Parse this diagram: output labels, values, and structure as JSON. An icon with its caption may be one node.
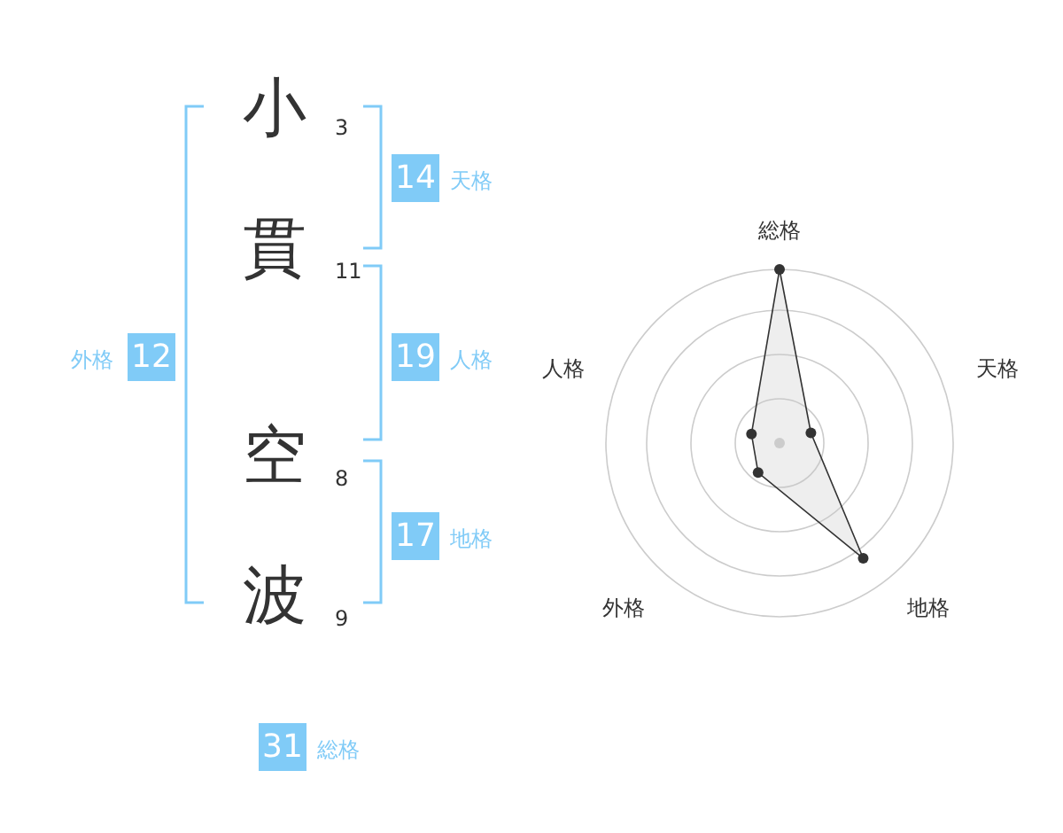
{
  "diagram": {
    "nodes": [
      {
        "text": [
          "小"
        ],
        "beside": [
          "3"
        ]
      },
      {
        "text": [
          "貫"
        ],
        "beside": [
          "11"
        ]
      },
      {
        "text": [
          "空"
        ],
        "beside": [
          "8"
        ]
      },
      {
        "text": [
          "波"
        ],
        "beside": [
          "9"
        ]
      },
      {
        "text": [
          "14"
        ],
        "beside": [
          "天格"
        ]
      },
      {
        "text": [
          "19"
        ],
        "beside": [
          "人格"
        ]
      },
      {
        "text": [
          "17"
        ],
        "beside": [
          "地格"
        ]
      },
      {
        "text": [
          "12"
        ],
        "beside": [
          "外格"
        ]
      },
      {
        "text": [
          "31"
        ],
        "beside": [
          "総格"
        ]
      }
    ],
    "labels": [
      "総格",
      "人格",
      "天格",
      "外格",
      "地格"
    ]
  }
}
